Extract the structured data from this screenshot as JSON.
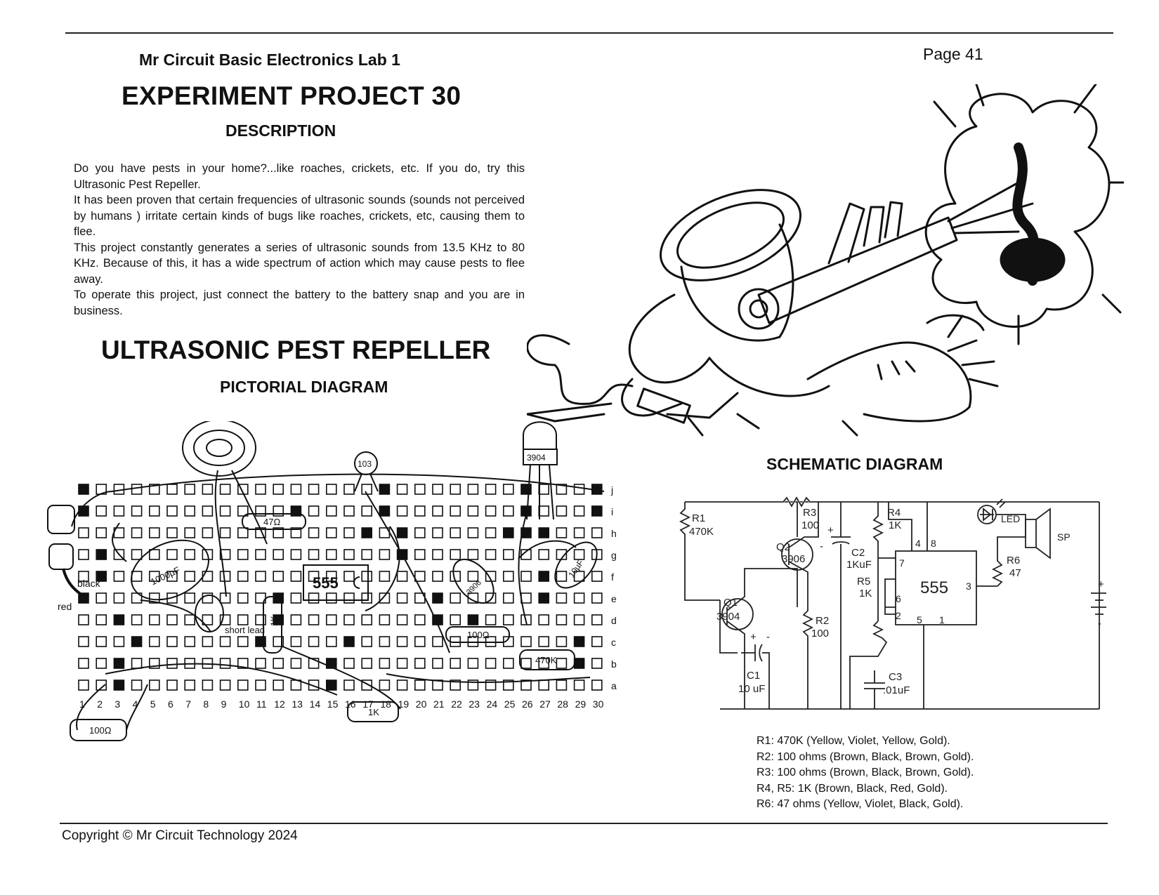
{
  "header": {
    "lab_title": "Mr Circuit Basic Electronics Lab 1",
    "page_label": "Page 41",
    "experiment_title": "EXPERIMENT PROJECT 30",
    "description_heading": "DESCRIPTION"
  },
  "description": [
    "Do you have pests in your home?...like roaches, crickets, etc. If you do, try this Ultrasonic Pest Repeller.",
    "It has been proven  that certain frequencies of ultrasonic sounds (sounds not perceived by humans ) irritate certain kinds of bugs like roaches, crickets, etc, causing them to flee.",
    "This project constantly generates a series of ultrasonic sounds from 13.5 KHz to 80 KHz. Because of this, it has a wide spectrum of action which may cause pests to flee  away.",
    "To operate this project, just connect the battery to the battery snap and you are in  business."
  ],
  "project_title": "ULTRASONIC PEST REPELLER",
  "pictorial_heading": "PICTORIAL DIAGRAM",
  "schematic_heading": "SCHEMATIC DIAGRAM",
  "breadboard": {
    "row_labels": [
      "j",
      "i",
      "h",
      "g",
      "f",
      "e",
      "d",
      "c",
      "b",
      "a"
    ],
    "col_numbers": [
      "1",
      "2",
      "3",
      "4",
      "5",
      "6",
      "7",
      "8",
      "9",
      "10",
      "11",
      "12",
      "13",
      "14",
      "15",
      "16",
      "17",
      "18",
      "19",
      "20",
      "21",
      "22",
      "23",
      "24",
      "25",
      "26",
      "27",
      "28",
      "29",
      "30"
    ],
    "labels": {
      "black": "black",
      "red": "red",
      "short_lead": "short lead",
      "ic": "555",
      "cap_1000": "1000µF",
      "cap_10": "10µF",
      "cap_103": "103",
      "q1": "3904",
      "q2": "3906",
      "r_47": "47Ω",
      "r_1k_vert": "1K",
      "r_100_a": "100Ω",
      "r_470k": "470K",
      "r_1k_bottom": "1K",
      "r_100_bottom": "100Ω"
    }
  },
  "schematic": {
    "r1": "R1",
    "r1_val": "470K",
    "r3": "R3",
    "r3_val": "100",
    "r4": "R4",
    "r4_val": "1K",
    "led": "LED",
    "sp": "SP",
    "q2": "Q2",
    "q2_val": "3906",
    "c2": "C2",
    "c2_val": "1KuF",
    "r5": "R5",
    "r5_val": "1K",
    "q1": "Q1",
    "q1_val": "3904",
    "r2": "R2",
    "r2_val": "100",
    "ic": "555",
    "pin4": "4",
    "pin8": "8",
    "pin7": "7",
    "pin6": "6",
    "pin2": "2",
    "pin5": "5",
    "pin1": "1",
    "pin3": "3",
    "r6": "R6",
    "r6_val": "47",
    "c1": "C1",
    "c1_val": "10 uF",
    "c3": "C3",
    "c3_val": ".01uF",
    "plus": "+",
    "minus": "-"
  },
  "color_codes": [
    "R1: 470K (Yellow, Violet, Yellow, Gold).",
    "R2: 100 ohms (Brown, Black, Brown, Gold).",
    "R3: 100 ohms (Brown, Black, Brown, Gold).",
    "R4, R5: 1K (Brown, Black, Red, Gold).",
    "R6: 47 ohms (Yellow, Violet, Black, Gold)."
  ],
  "footer": {
    "copyright": "Copyright © Mr Circuit Technology 2024"
  }
}
